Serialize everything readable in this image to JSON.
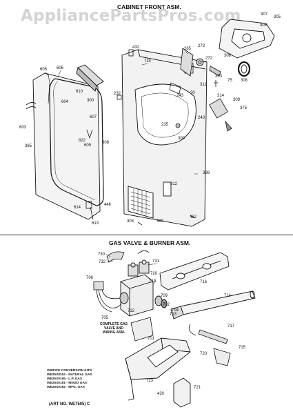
{
  "watermark": "AppliancePartsPros.com",
  "cabinet_title": "CABINET FRONT ASM.",
  "gas_title": "GAS VALVE & BURNER ASM.",
  "complete_gas_valve": [
    "COMPLETE GAS",
    "VALVE AND",
    "WIRING ASM."
  ],
  "orifice_kits": {
    "heading": "ORIFICE CONVERSION KITS",
    "items": [
      "WE25X0204 - NATURAL GAS",
      "WE25X0195 - L.P. GAS",
      "WE25X0181 - MIXED GAS",
      "WE25X0192 - MFG. GAS"
    ]
  },
  "art_no": "(ART NO. WE7505) C",
  "cabinet_labels": [
    "605",
    "606",
    "610",
    "604",
    "603",
    "385",
    "300",
    "232",
    "432",
    "724",
    "607",
    "822",
    "609",
    "608",
    "614",
    "446",
    "613",
    "265",
    "273",
    "272",
    "308",
    "303",
    "311",
    "75",
    "243",
    "30",
    "235",
    "300",
    "314",
    "309",
    "243",
    "375",
    "307",
    "305",
    "306",
    "308",
    "398",
    "312",
    "303",
    "309",
    "462"
  ],
  "gas_labels": [
    "730",
    "732",
    "731",
    "720",
    "719",
    "706",
    "709",
    "716",
    "712",
    "713",
    "702",
    "704",
    "705",
    "714",
    "717",
    "715",
    "701",
    "720",
    "723",
    "721",
    "420"
  ]
}
